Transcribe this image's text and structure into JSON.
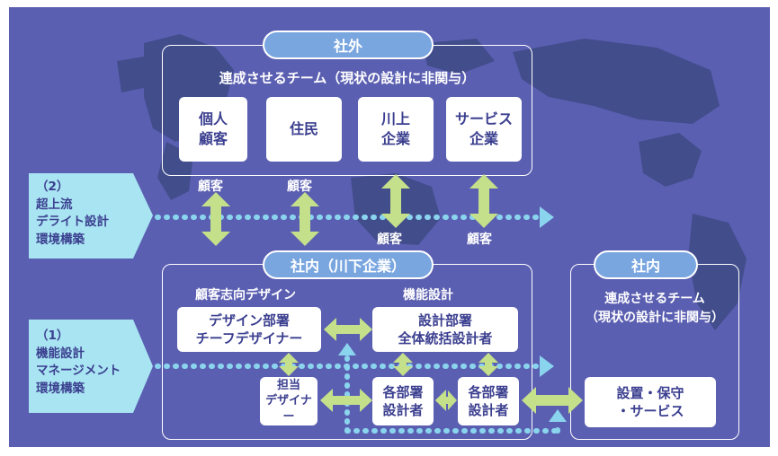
{
  "external": {
    "title": "社外",
    "subtitle": "連成させるチーム（現状の設計に非関与）",
    "cards": [
      [
        "個人",
        "顧客"
      ],
      [
        "住民"
      ],
      [
        "川上",
        "企業"
      ],
      [
        "サービス",
        "企業"
      ]
    ],
    "labels_above": [
      "顧客",
      "顧客"
    ],
    "labels_below": [
      "顧客",
      "顧客"
    ]
  },
  "side_labels": {
    "upper": [
      "（2）",
      "超上流",
      "デライト設計",
      "環境構築"
    ],
    "lower": [
      "（1）",
      "機能設計",
      "マネージメント",
      "環境構築"
    ]
  },
  "internal": {
    "title": "社内（川下企業）",
    "left_heading": "顧客志向デザイン",
    "right_heading": "機能設計",
    "design_dept": [
      "デザイン部署",
      "チーフデザイナー"
    ],
    "design_engineering": [
      "設計部署",
      "全体統括設計者"
    ],
    "designer": [
      "担当",
      "デザイナー"
    ],
    "dept_engineer_1": [
      "各部署",
      "設計者"
    ],
    "dept_engineer_2": [
      "各部署",
      "設計者"
    ]
  },
  "internal_team": {
    "title": "社内",
    "subtitle": [
      "連成させるチーム",
      "（現状の設計に非関与）"
    ],
    "card": [
      "設置・保守",
      "・サービス"
    ]
  },
  "colors": {
    "background": "#5b5fb1",
    "arrow_green": "#c5e08a",
    "dotted_arrow_blue": "#8ad4ee",
    "side_label_fill": "#a8e4f2",
    "pill_fill": "#7aa6e0",
    "card_text": "#3b3f8f"
  }
}
